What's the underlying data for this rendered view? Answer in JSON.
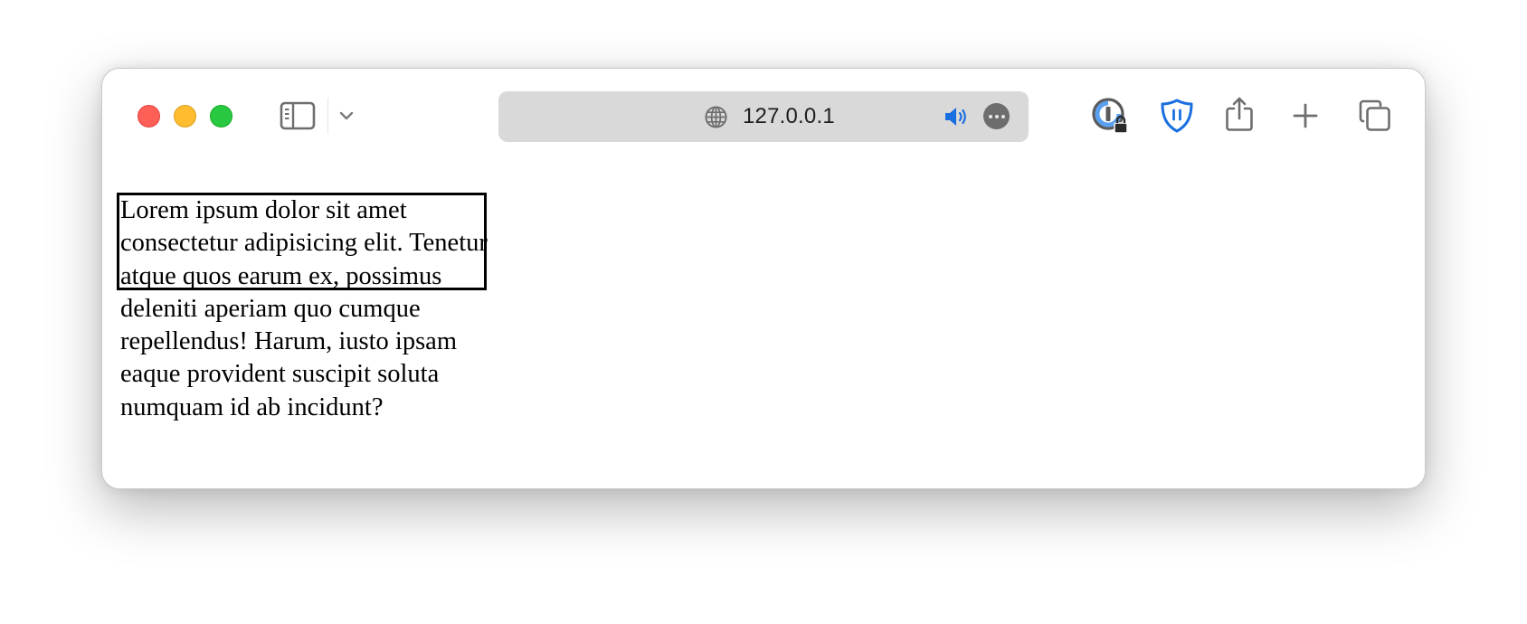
{
  "browser": {
    "window_controls": {
      "close": "close-button",
      "minimize": "minimize-button",
      "zoom": "zoom-button"
    },
    "toolbar": {
      "sidebar_icon": "sidebar-icon",
      "tab_group_chevron_icon": "chevron-down-icon"
    },
    "address_bar": {
      "site_icon": "globe-icon",
      "url": "127.0.0.1",
      "audio_icon": "speaker-icon",
      "more_icon": "ellipsis-icon"
    },
    "extensions": [
      {
        "name": "1password",
        "icon": "1password-lock-icon"
      },
      {
        "name": "bitwarden",
        "icon": "shield-icon"
      }
    ],
    "actions": [
      {
        "name": "share",
        "icon": "share-icon"
      },
      {
        "name": "new-tab",
        "icon": "plus-icon"
      },
      {
        "name": "tab-overview",
        "icon": "tabs-overview-icon"
      }
    ],
    "colors": {
      "close": "#fe5f57",
      "minimize": "#febc2e",
      "zoom": "#28c840",
      "urlbar_bg": "#d9d9d9",
      "accent_blue": "#1a6fe0",
      "icon_gray": "#6e6e6e"
    }
  },
  "page": {
    "paragraph": "Lorem ipsum dolor sit amet consectetur adipisicing elit. Tenetur atque quos earum ex, possimus deleniti aperiam quo cumque repellendus! Harum, iusto ipsam eaque provident suscipit soluta numquam id ab incidunt?",
    "box_border_color": "#000000"
  }
}
